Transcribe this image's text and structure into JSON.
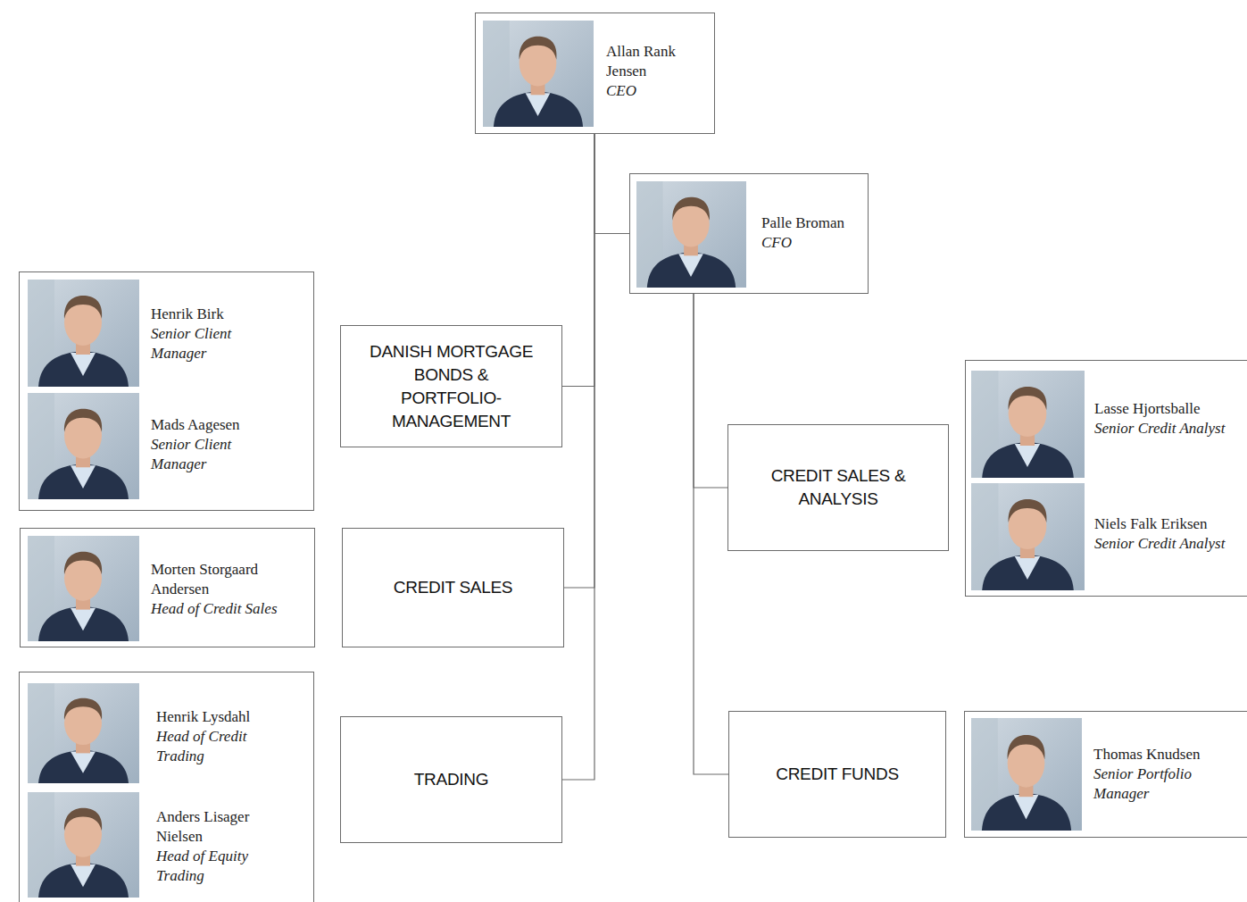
{
  "diagram": {
    "nodes": [
      {
        "text": [
          "Allan Rank Jensen",
          "CEO"
        ]
      },
      {
        "text": [
          "Palle Broman",
          "CFO"
        ]
      },
      {
        "text": [
          "Henrik Birk",
          "Senior Client Manager",
          "Mads Aagesen",
          "Senior Client Manager"
        ]
      },
      {
        "text": [
          "DANISH MORTGAGE BONDS & PORTFOLIO-MANAGEMENT"
        ]
      },
      {
        "text": [
          "Lasse Hjortsballe",
          "Senior Credit Analyst",
          "Niels Falk Eriksen",
          "Senior Credit Analyst"
        ]
      },
      {
        "text": [
          "CREDIT SALES & ANALYSIS"
        ]
      },
      {
        "text": [
          "Morten Storgaard Andersen",
          "Head of Credit Sales"
        ]
      },
      {
        "text": [
          "CREDIT SALES"
        ]
      },
      {
        "text": [
          "Henrik Lysdahl",
          "Head of Credit Trading",
          "Anders Lisager Nielsen",
          "Head of Equity Trading"
        ]
      },
      {
        "text": [
          "TRADING"
        ]
      },
      {
        "text": [
          "CREDIT FUNDS"
        ]
      },
      {
        "text": [
          "Thomas Knudsen",
          "Senior Portfolio Manager"
        ]
      }
    ],
    "edges": [
      {
        "from": 0,
        "to": 1,
        "arrow": "none"
      },
      {
        "from": 0,
        "to": 3,
        "arrow": "none"
      },
      {
        "from": 0,
        "to": 7,
        "arrow": "none"
      },
      {
        "from": 0,
        "to": 9,
        "arrow": "none"
      },
      {
        "from": 1,
        "to": 5,
        "arrow": "none"
      },
      {
        "from": 1,
        "to": 10,
        "arrow": "none"
      }
    ]
  }
}
